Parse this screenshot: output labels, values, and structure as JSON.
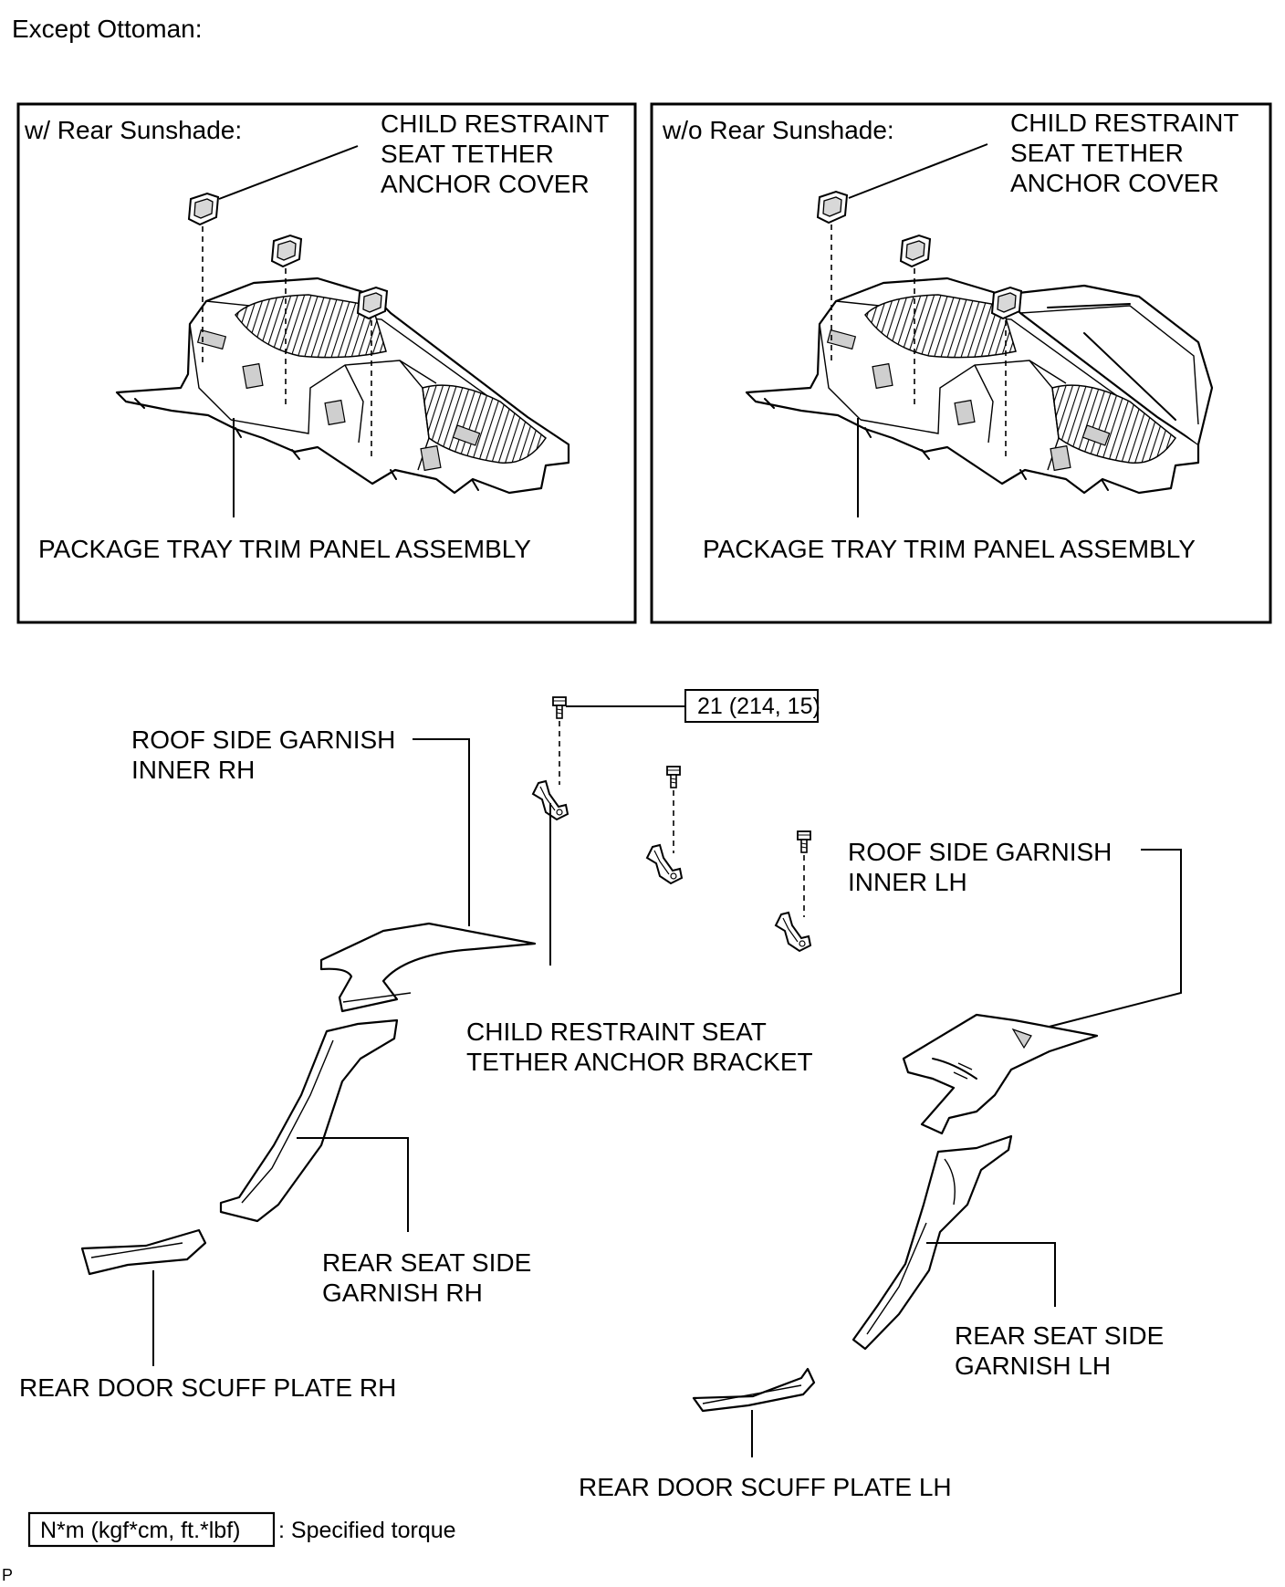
{
  "header": {
    "title": "Except Ottoman:"
  },
  "panel_left": {
    "heading": "w/ Rear Sunshade:",
    "cover_label": [
      "CHILD RESTRAINT",
      "SEAT TETHER",
      "ANCHOR COVER"
    ],
    "tray_label": "PACKAGE TRAY TRIM PANEL ASSEMBLY"
  },
  "panel_right": {
    "heading": "w/o Rear Sunshade:",
    "cover_label": [
      "CHILD RESTRAINT",
      "SEAT TETHER",
      "ANCHOR COVER"
    ],
    "tray_label": "PACKAGE TRAY TRIM PANEL ASSEMBLY"
  },
  "lower": {
    "torque_value": "21 (214, 15)",
    "roof_rh": [
      "ROOF SIDE GARNISH",
      "INNER RH"
    ],
    "roof_lh": [
      "ROOF SIDE GARNISH",
      "INNER LH"
    ],
    "bracket": [
      "CHILD RESTRAINT SEAT",
      "TETHER ANCHOR BRACKET"
    ],
    "seat_rh": [
      "REAR SEAT SIDE",
      "GARNISH RH"
    ],
    "seat_lh": [
      "REAR SEAT SIDE",
      "GARNISH LH"
    ],
    "scuff_rh": "REAR DOOR SCUFF PLATE RH",
    "scuff_lh": "REAR DOOR SCUFF PLATE LH"
  },
  "legend": {
    "unit_box": "N*m (kgf*cm, ft.*lbf)",
    "description": ": Specified torque"
  },
  "footer": {
    "corner_mark": "P"
  }
}
